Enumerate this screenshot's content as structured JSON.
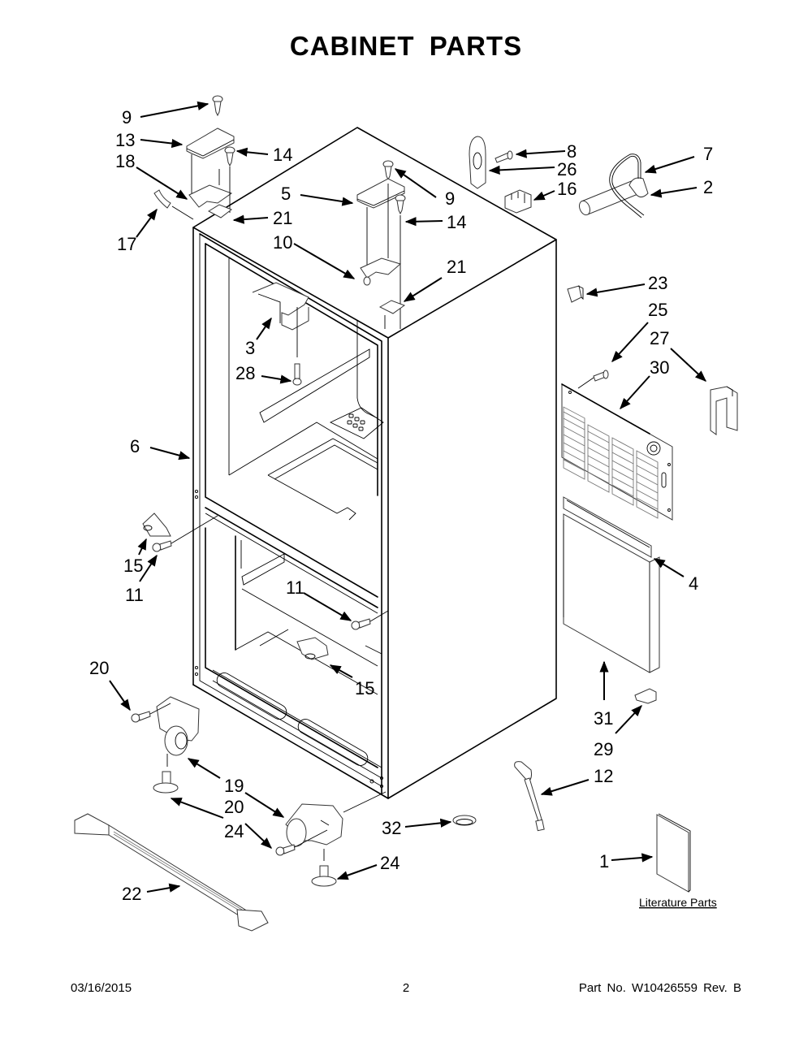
{
  "page": {
    "title": "CABINET PARTS",
    "footer": {
      "date": "03/16/2015",
      "page_number": "2",
      "part_number": "Part No.  W10426559  Rev.  B"
    }
  },
  "diagram": {
    "subject": "Refrigerator cabinet exploded view",
    "literature_label": "Literature Parts",
    "callouts": [
      {
        "id": "c9a",
        "label": "9"
      },
      {
        "id": "c13",
        "label": "13"
      },
      {
        "id": "c18",
        "label": "18"
      },
      {
        "id": "c14a",
        "label": "14"
      },
      {
        "id": "c17",
        "label": "17"
      },
      {
        "id": "c21a",
        "label": "21"
      },
      {
        "id": "c5",
        "label": "5"
      },
      {
        "id": "c9b",
        "label": "9"
      },
      {
        "id": "c14b",
        "label": "14"
      },
      {
        "id": "c10",
        "label": "10"
      },
      {
        "id": "c21b",
        "label": "21"
      },
      {
        "id": "c8",
        "label": "8"
      },
      {
        "id": "c26",
        "label": "26"
      },
      {
        "id": "c16",
        "label": "16"
      },
      {
        "id": "c7",
        "label": "7"
      },
      {
        "id": "c2",
        "label": "2"
      },
      {
        "id": "c23",
        "label": "23"
      },
      {
        "id": "c25",
        "label": "25"
      },
      {
        "id": "c27",
        "label": "27"
      },
      {
        "id": "c30",
        "label": "30"
      },
      {
        "id": "c3",
        "label": "3"
      },
      {
        "id": "c28",
        "label": "28"
      },
      {
        "id": "c6",
        "label": "6"
      },
      {
        "id": "c15a",
        "label": "15"
      },
      {
        "id": "c11a",
        "label": "11"
      },
      {
        "id": "c11b",
        "label": "11"
      },
      {
        "id": "c15b",
        "label": "15"
      },
      {
        "id": "c4",
        "label": "4"
      },
      {
        "id": "c20a",
        "label": "20"
      },
      {
        "id": "c19",
        "label": "19"
      },
      {
        "id": "c20b",
        "label": "20"
      },
      {
        "id": "c24a",
        "label": "24"
      },
      {
        "id": "c24b",
        "label": "24"
      },
      {
        "id": "c22",
        "label": "22"
      },
      {
        "id": "c31",
        "label": "31"
      },
      {
        "id": "c29",
        "label": "29"
      },
      {
        "id": "c12",
        "label": "12"
      },
      {
        "id": "c32",
        "label": "32"
      },
      {
        "id": "c1",
        "label": "1"
      }
    ]
  }
}
